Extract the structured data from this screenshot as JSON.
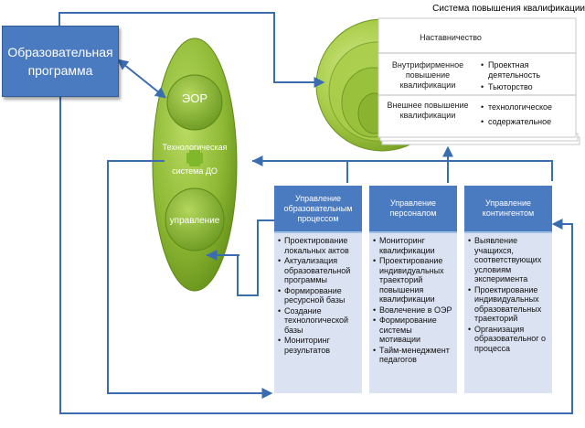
{
  "education_program": {
    "label": "Образовательная программа"
  },
  "skills_system": {
    "title": "Система повышения квалификации",
    "rows": [
      {
        "label": "Наставничество",
        "bullets": []
      },
      {
        "label": "Внутрифирменное повышение квалификации",
        "bullets": [
          "Проектная деятельность",
          "Тьюторство"
        ]
      },
      {
        "label": "Внешнее повышение квалификации",
        "bullets": [
          "технологическое",
          "содержательное"
        ]
      }
    ]
  },
  "tech_system": {
    "eor": "ЭОР",
    "technological": "Технологическая",
    "system_do": "система ДО",
    "management": "управление"
  },
  "columns": [
    {
      "title": "Управление образовательным процессом",
      "items": [
        "Проектирование локальных актов",
        "Актуализация образовательной программы",
        "Формирование ресурсной базы",
        "Создание технологической базы",
        "Мониторинг результатов"
      ]
    },
    {
      "title": "Управление персоналом",
      "items": [
        "Мониторинг квалификации",
        "Проектирование индивидуальных траекторий повышения квалификации",
        "Вовлечение в ОЭР",
        "Формирование системы мотивации",
        "Тайм-менеджмент педагогов"
      ]
    },
    {
      "title": "Управление контингентом",
      "items": [
        "Выявление учащихся, соответствующих условиям эксперимента",
        "Проектирование индивидуальных образовательных траекторий",
        "Организация образовательног о процесса"
      ]
    }
  ],
  "colors": {
    "blue_box": "#4a7abf",
    "arrow": "#3a6db0",
    "green_dark": "#6f9a1e",
    "green_light": "#c6e07a",
    "column_body": "#dbe3f2"
  }
}
